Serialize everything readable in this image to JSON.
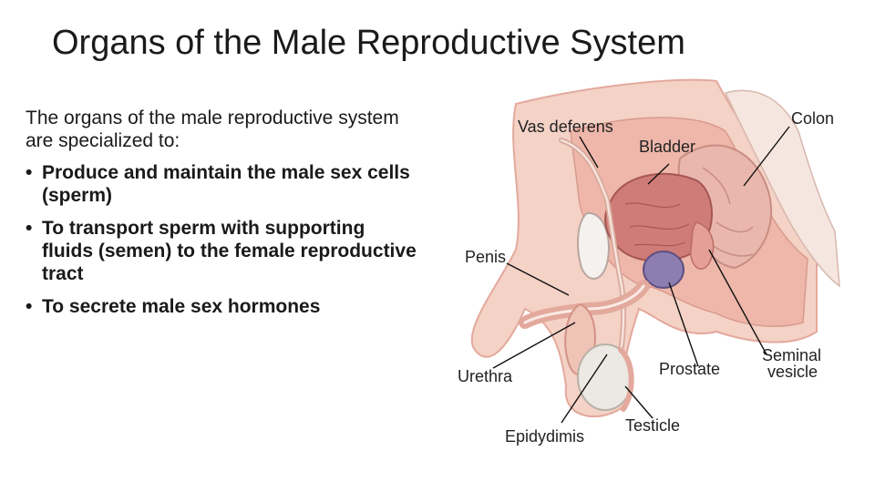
{
  "slide": {
    "title": "Organs of the Male Reproductive System",
    "intro": "The organs of the male reproductive system  are specialized to:",
    "bullets": [
      "Produce and maintain the male sex cells (sperm)",
      "To transport sperm with supporting fluids (semen) to the female reproductive tract",
      "To secrete male sex hormones"
    ],
    "bullet_glyph": "•"
  },
  "figure": {
    "labels": {
      "vas_deferens": "Vas deferens",
      "colon": "Colon",
      "bladder": "Bladder",
      "penis": "Penis",
      "urethra": "Urethra",
      "prostate": "Prostate",
      "seminal_vesicle_1": "Seminal",
      "seminal_vesicle_2": "vesicle",
      "epididymis": "Epidydimis",
      "testicle": "Testicle"
    },
    "colors": {
      "skin": "#f4d2c6",
      "tissue": "#e7a79d",
      "bladder": "#cf7b78",
      "colon": "#e9b7ad",
      "prostate": "#8d7db0",
      "bone": "#f4f1ee",
      "testicle": "#ece9e4",
      "leader": "#111111"
    }
  }
}
